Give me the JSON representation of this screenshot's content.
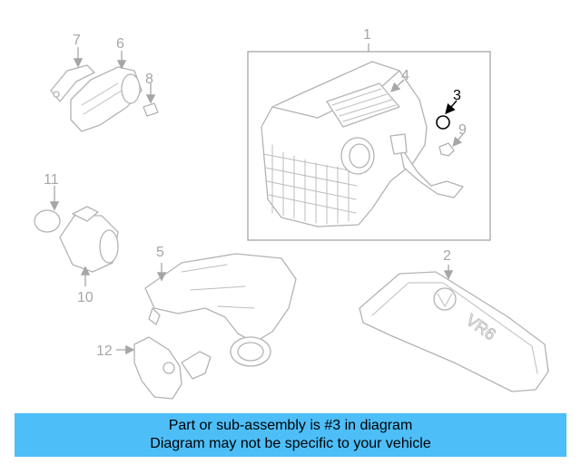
{
  "diagram": {
    "callouts": [
      "1",
      "2",
      "3",
      "4",
      "5",
      "6",
      "7",
      "8",
      "9",
      "10",
      "11",
      "12"
    ],
    "highlighted_part": "3",
    "colors": {
      "highlight": "#000000",
      "lineart": "#b3b3b3",
      "banner": "#4dbef8"
    }
  },
  "banner": {
    "line1": "Part or sub-assembly is #3 in diagram",
    "line2": "Diagram may not be specific to your vehicle"
  }
}
